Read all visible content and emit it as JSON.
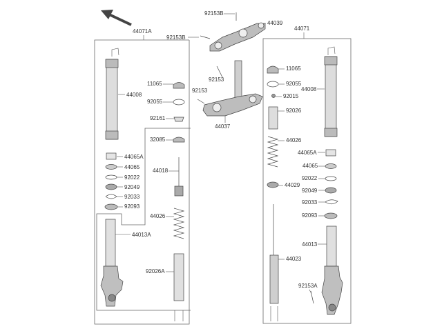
{
  "diagram": {
    "assembly_left": "44071A",
    "assembly_right": "44071",
    "colors": {
      "line": "#555555",
      "part_fill": "#d9d9d9",
      "part_dark": "#9a9a9a",
      "text": "#333333"
    },
    "labels": {
      "l_44008": "44008",
      "l_44065A": "44065A",
      "l_44065": "44065",
      "l_92022": "92022",
      "l_92049": "92049",
      "l_92033": "92033",
      "l_92093": "92093",
      "l_44013A": "44013A",
      "c_11065": "11065",
      "c_92055": "92055",
      "c_92161": "92161",
      "c_32085": "32085",
      "c_44018": "44018",
      "c_44026": "44026",
      "c_92026A": "92026A",
      "t_92153B_top": "92153B",
      "t_44039": "44039",
      "t_92153B_mid": "92153B",
      "t_92153_a": "92153",
      "t_92153_b": "92153",
      "t_44037": "44037",
      "r_11065": "11065",
      "r_92055": "92055",
      "r_92015": "92015",
      "r_92026": "92026",
      "r_44026": "44026",
      "r_44029": "44029",
      "r_44008": "44008",
      "r_44065A": "44065A",
      "r_44065": "44065",
      "r_92022": "92022",
      "r_92049": "92049",
      "r_92033": "92033",
      "r_92093": "92093",
      "r_44013": "44013",
      "r_44023": "44023",
      "r_92153A": "92153A"
    },
    "icons": {
      "direction": "front-arrow-icon"
    }
  }
}
